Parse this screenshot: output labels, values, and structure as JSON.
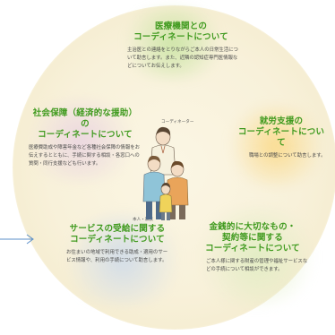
{
  "sections": {
    "medical": {
      "title_lines": [
        "医療機関との",
        "コーディネートについて"
      ],
      "body": "主治医との連絡をとりながらご本人の日常生活について助言します。また、近隣の認知症専門医情報などについてお伝えします。"
    },
    "social": {
      "title_lines": [
        "社会保障（経済的な援助）の",
        "コーディネートについて"
      ],
      "body": "医療費助成や障害年金など各種社会保障の情報をお伝えするとともに、手続に関する相談・各窓口への質問・同行支援なども行います。"
    },
    "employment": {
      "title_lines": [
        "就労支援の",
        "コーディネートについて"
      ],
      "body": "職場との調整について助言します。"
    },
    "services": {
      "title_lines": [
        "サービスの受給に関する",
        "コーディネートについて"
      ],
      "body": "お住まいの地域で利用できる助成・適用のサービス情報や、利用の手続について助言します。"
    },
    "money": {
      "title_lines": [
        "金銭的に大切なもの・",
        "契約等に関する",
        "コーディネートについて"
      ],
      "body": "ご本人様に関する財産の管理や福祉サービスなどの手続について相談ができます。"
    }
  },
  "labels": {
    "coordinator": "コーディネーター",
    "person_family": "本人・家族"
  },
  "colors": {
    "title": "#3f9a1e",
    "body": "#4a4a4a",
    "arrow": "#5b8fc9"
  }
}
